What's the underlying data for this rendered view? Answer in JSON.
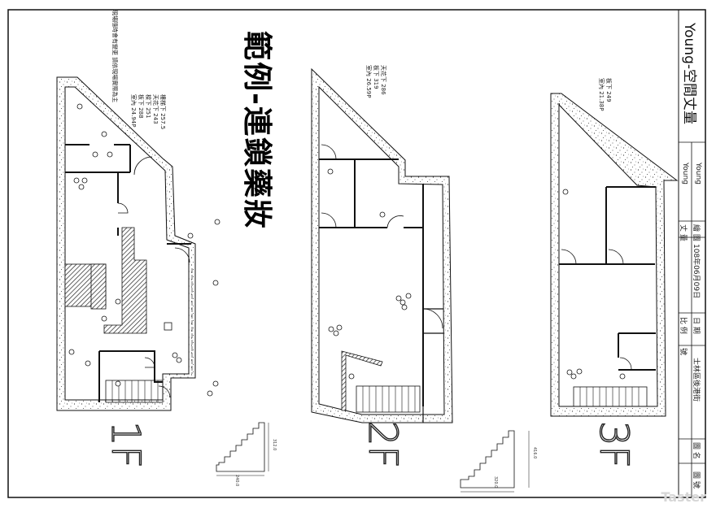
{
  "drawing_title": "範例-連鎖藥妝",
  "brand": "Young-空間丈量",
  "floor_labels": [
    "1F",
    "2F",
    "3F"
  ],
  "notes": {
    "f1": {
      "warning": "現場隨時會有變更 請依現場實際為主",
      "lines": [
        "室內 24.94P",
        "板下 288",
        "樑下 251",
        "天花下 243",
        "樓梯下 257.5"
      ]
    },
    "f2": {
      "lines": [
        "室內 26.59P",
        "板下 319",
        "天花下 286"
      ]
    },
    "f3": {
      "lines": [
        "室內 21.38P",
        "板下 249"
      ]
    }
  },
  "stair_dims": {
    "s1": {
      "height": "312.0",
      "run": "240.0"
    },
    "s2": {
      "height": "416.0",
      "run": "320.0"
    }
  },
  "title_block": {
    "drawing_name_label": "圖 名",
    "drawing_name": "士林區後港街",
    "number_label": "號",
    "drawing_no_label": "圖 號",
    "scale_label": "比 例",
    "date_label": "日 期",
    "date": "108年06月09日",
    "surveyor_label": "丈 量",
    "surveyor": "Young",
    "drafter_label": "繪 圖",
    "drafter": "Young"
  },
  "watermark": "Taster"
}
